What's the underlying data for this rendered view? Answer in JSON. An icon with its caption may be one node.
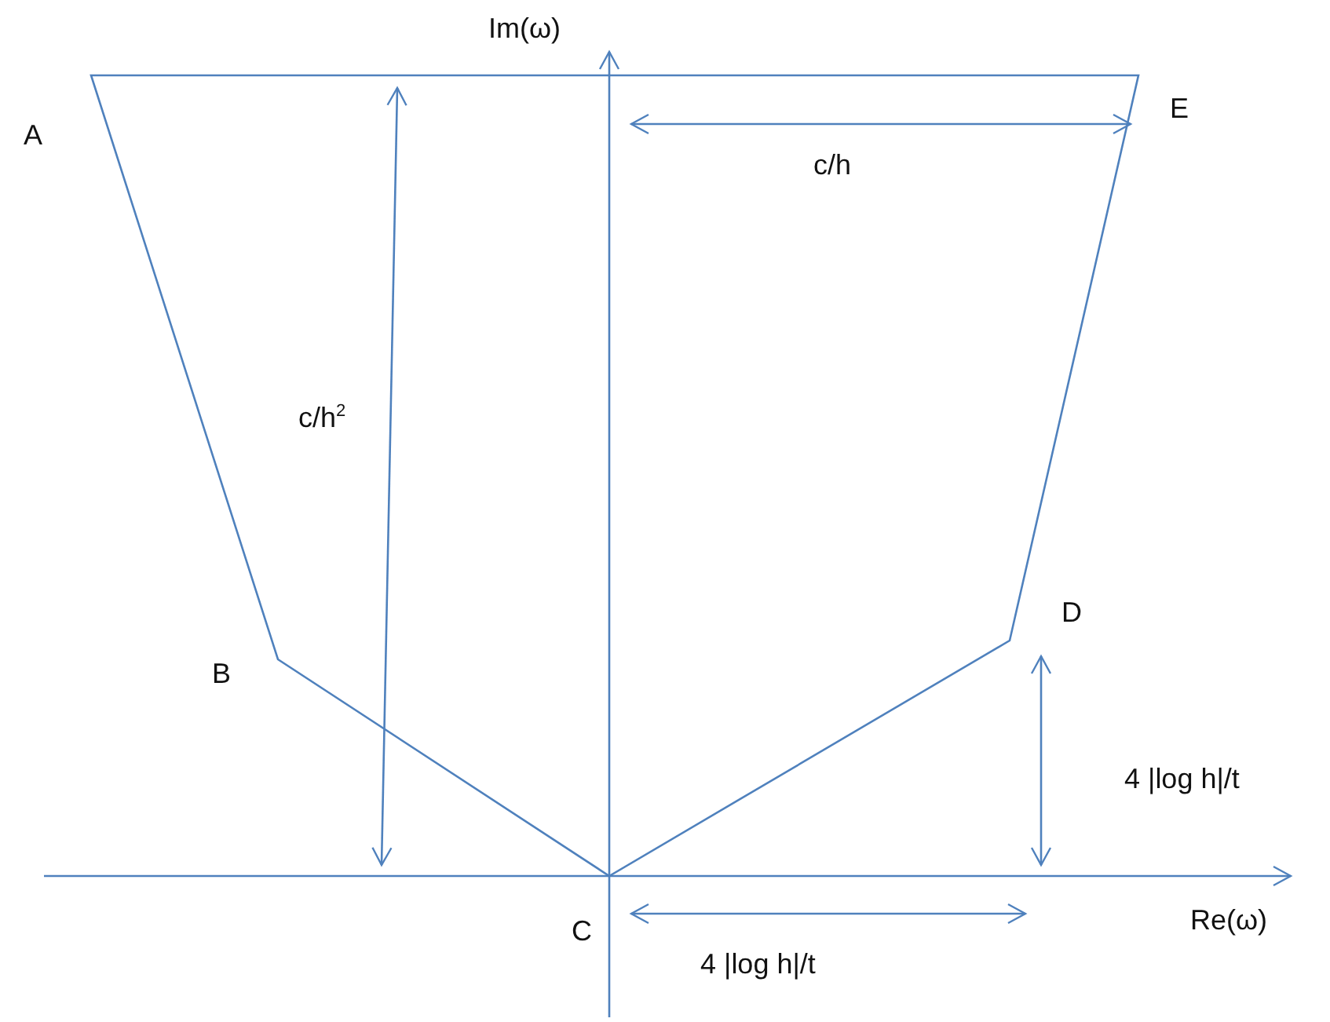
{
  "diagram": {
    "labels": [
      "Im(ω)",
      "A",
      "E",
      "c/h",
      "c/h$^{2}$",
      "D",
      "B",
      "4 |log h|/t",
      "C",
      "Re(ω)",
      "4 |log h|/t"
    ]
  }
}
